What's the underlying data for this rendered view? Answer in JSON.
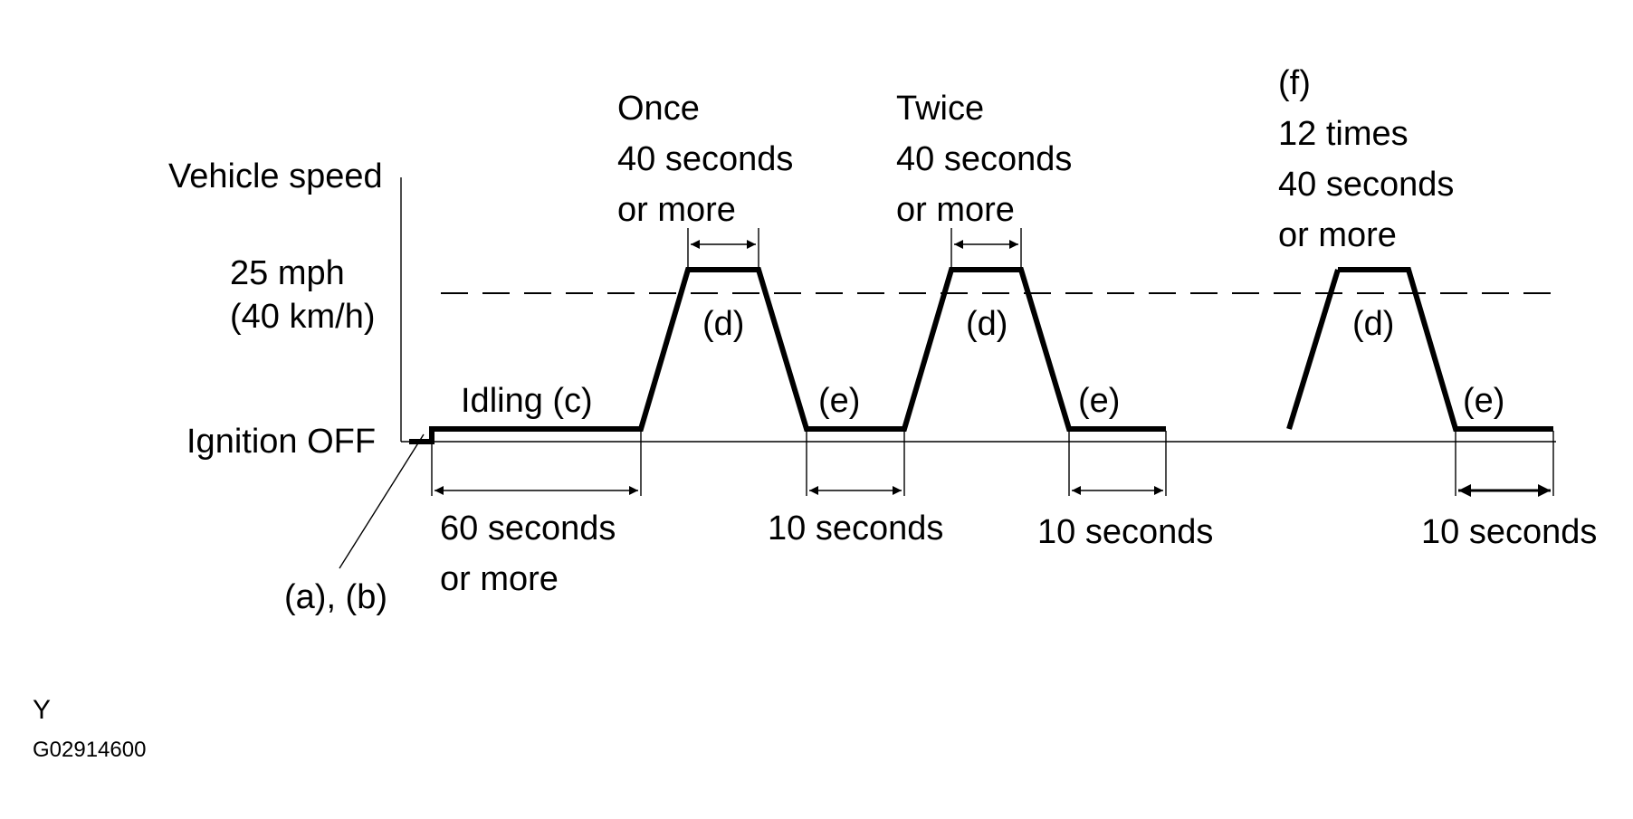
{
  "axis": {
    "y_label": "Vehicle speed",
    "speed_line_1": "25 mph",
    "speed_line_2": "(40 km/h)",
    "ignition_label": "Ignition OFF"
  },
  "steps": {
    "ab": "(a), (b)",
    "idling": "Idling (c)",
    "idle_duration_1": "60 seconds",
    "idle_duration_2": "or more",
    "d_label": "(d)",
    "e_label": "(e)",
    "f_label": "(f)",
    "cycle1": {
      "count": "Once",
      "line2": "40 seconds",
      "line3": "or more"
    },
    "cycle2": {
      "count": "Twice",
      "line2": "40 seconds",
      "line3": "or more"
    },
    "cycle3": {
      "count": "12 times",
      "line2": "40 seconds",
      "line3": "or more"
    },
    "ten_seconds": "10 seconds"
  },
  "footer": {
    "letter": "Y",
    "figure_id": "G02914600"
  }
}
